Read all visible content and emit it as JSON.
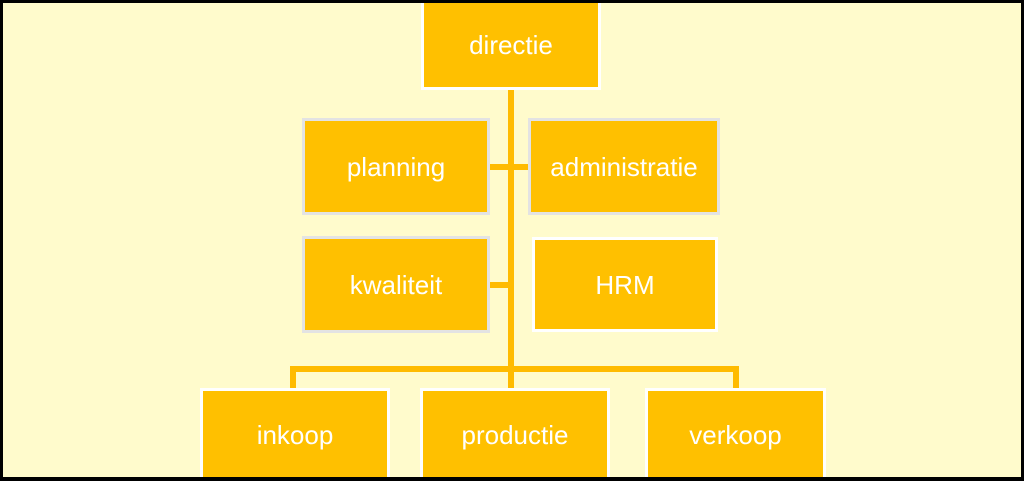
{
  "diagram": {
    "type": "org-chart",
    "language": "nl",
    "levels": {
      "root": {
        "label": "directie"
      },
      "staff": [
        {
          "label": "planning"
        },
        {
          "label": "administratie"
        },
        {
          "label": "kwaliteit"
        },
        {
          "label": "HRM"
        }
      ],
      "departments": [
        {
          "label": "inkoop"
        },
        {
          "label": "productie"
        },
        {
          "label": "verkoop"
        }
      ]
    },
    "colors": {
      "background": "#FFFBCC",
      "node_fill": "#FFC000",
      "connector": "#FFBB00",
      "node_border_white": "#FFFFFF",
      "node_border_gray": "#E3E3E3",
      "text": "#FFFFFF",
      "frame": "#000000"
    }
  }
}
